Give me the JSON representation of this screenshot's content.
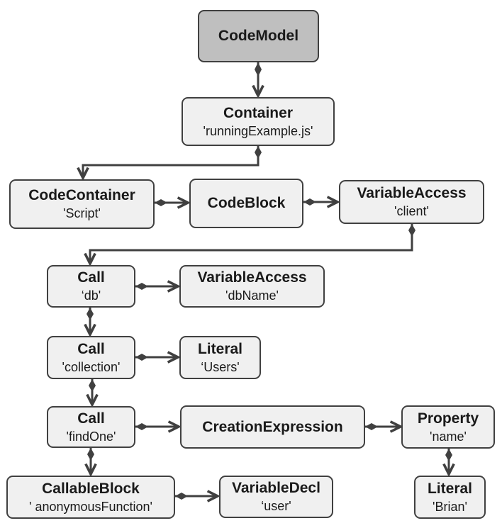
{
  "nodes": {
    "code_model": {
      "type": "CodeModel",
      "value": ""
    },
    "container": {
      "type": "Container",
      "value": "'runningExample.js'"
    },
    "code_container": {
      "type": "CodeContainer",
      "value": "'Script'"
    },
    "code_block": {
      "type": "CodeBlock",
      "value": ""
    },
    "var_access_client": {
      "type": "VariableAccess",
      "value": "'client'"
    },
    "call_db": {
      "type": "Call",
      "value": "‘db'"
    },
    "var_access_dbname": {
      "type": "VariableAccess",
      "value": "'dbName'"
    },
    "call_collection": {
      "type": "Call",
      "value": "'collection'"
    },
    "literal_users": {
      "type": "Literal",
      "value": "‘Users'"
    },
    "call_findone": {
      "type": "Call",
      "value": "'findOne'"
    },
    "creation_expr": {
      "type": "CreationExpression",
      "value": ""
    },
    "property_name": {
      "type": "Property",
      "value": "'name'"
    },
    "callable_block": {
      "type": "CallableBlock",
      "value": "' anonymousFunction'"
    },
    "variable_decl": {
      "type": "VariableDecl",
      "value": "‘user'"
    },
    "literal_brian": {
      "type": "Literal",
      "value": "'Brian'"
    }
  },
  "colors": {
    "stroke": "#404040",
    "node_fill": "#f0f0f0",
    "root_fill": "#bfbfbf"
  }
}
